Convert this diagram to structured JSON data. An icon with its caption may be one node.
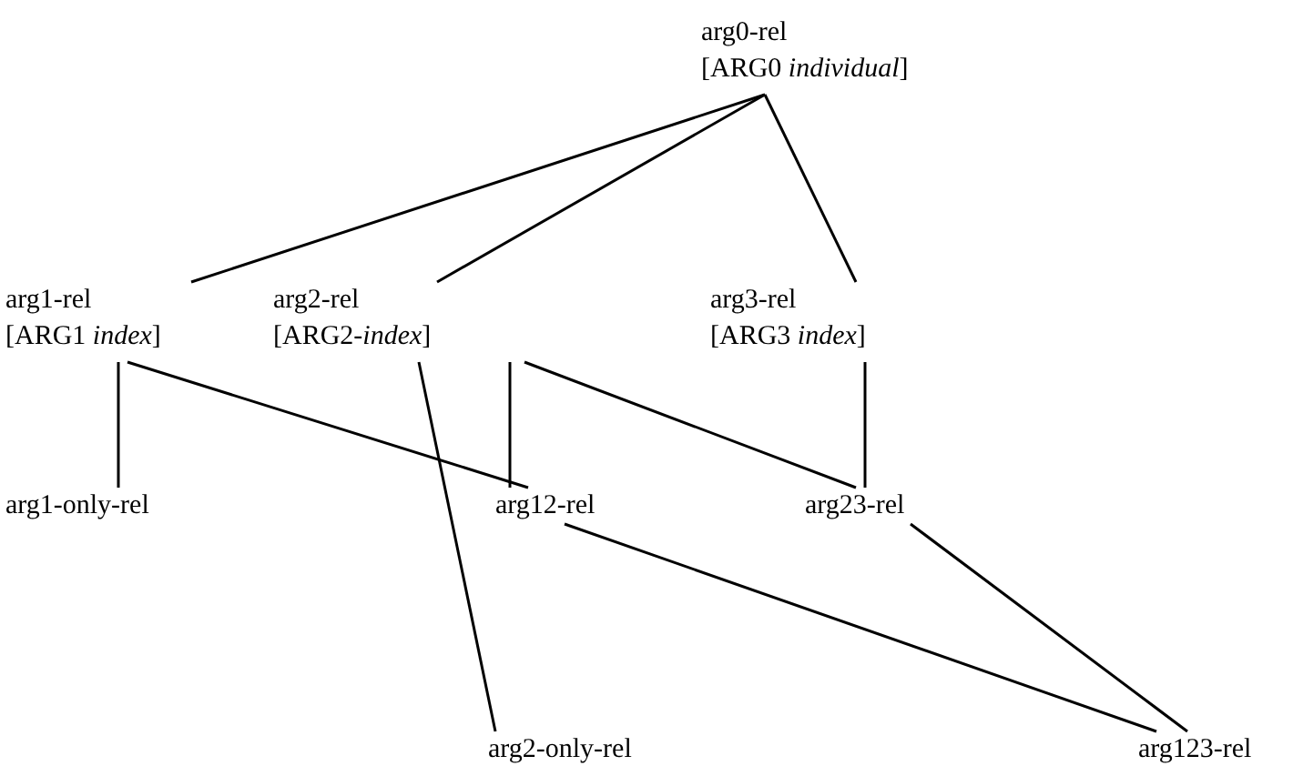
{
  "diagram": {
    "nodes": [
      {
        "text": [
          "arg0-rel",
          "[ARG0 *individual*]"
        ]
      },
      {
        "text": [
          "arg1-rel",
          "[ARG1 *index*]"
        ]
      },
      {
        "text": [
          "arg2-rel",
          "[ARG2-*index*]"
        ]
      },
      {
        "text": [
          "arg3-rel",
          "[ARG3 *index*]"
        ]
      },
      {
        "text": [
          "arg1-only-rel"
        ]
      },
      {
        "text": [
          "arg12-rel"
        ]
      },
      {
        "text": [
          "arg23-rel"
        ]
      },
      {
        "text": [
          "arg2-only-rel"
        ]
      },
      {
        "text": [
          "arg123-rel"
        ]
      }
    ],
    "edges": [
      {
        "from": 0,
        "to": 1,
        "arrow": "none"
      },
      {
        "from": 0,
        "to": 2,
        "arrow": "none"
      },
      {
        "from": 0,
        "to": 3,
        "arrow": "none"
      },
      {
        "from": 1,
        "to": 4,
        "arrow": "none"
      },
      {
        "from": 1,
        "to": 5,
        "arrow": "none"
      },
      {
        "from": 2,
        "to": 5,
        "arrow": "none"
      },
      {
        "from": 2,
        "to": 6,
        "arrow": "none"
      },
      {
        "from": 2,
        "to": 7,
        "arrow": "none"
      },
      {
        "from": 3,
        "to": 6,
        "arrow": "none"
      },
      {
        "from": 5,
        "to": 8,
        "arrow": "none"
      },
      {
        "from": 6,
        "to": 8,
        "arrow": "none"
      }
    ]
  }
}
